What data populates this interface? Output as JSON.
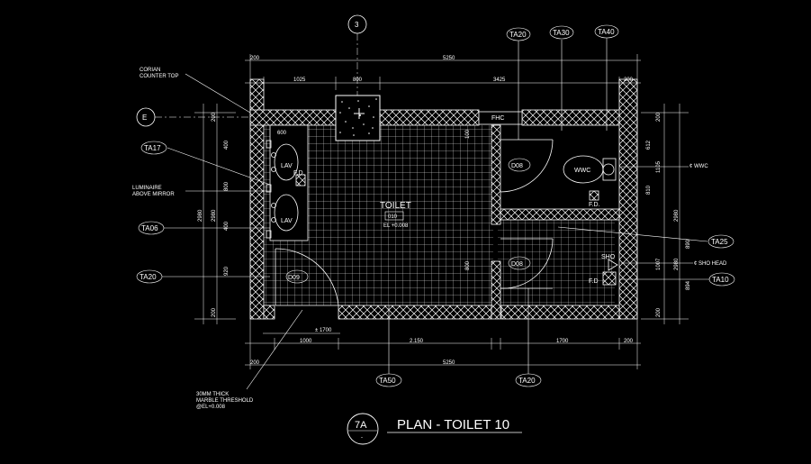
{
  "drawing": {
    "title": "PLAN - TOILET  10",
    "sheet_ref": "7A",
    "sheet_sub": "-",
    "grid_3": "3",
    "grid_E": "E"
  },
  "tags": {
    "ta20_top": "TA20",
    "ta30": "TA30",
    "ta40": "TA40",
    "ta17": "TA17",
    "ta06": "TA06",
    "ta20_left": "TA20",
    "ta25": "TA25",
    "ta10": "TA10",
    "ta50": "TA50",
    "ta20_bottom": "TA20"
  },
  "room": {
    "name": "TOILET",
    "number": "010",
    "elevation": "EL +0.008"
  },
  "labels": {
    "fhc": "FHC",
    "wwc": "WWC",
    "lav_top": "LAV",
    "lav_bottom": "LAV",
    "d08_top": "D08",
    "d08_mid": "D08",
    "d09": "D09",
    "fd_lav": "F.D.",
    "fd_wc": "F.D.",
    "fd_sh": "F.D",
    "sho": "SHO"
  },
  "notes": {
    "corian_1": "CORIAN",
    "corian_2": "COUNTER TOP",
    "lum_1": "LUMINAIRE",
    "lum_2": "ABOVE MIRROR",
    "thr_1": "30MM THICK",
    "thr_2": "MARBLE THRESHOLD",
    "thr_3": "@EL+0.008",
    "cl_wwc": "¢ WWC",
    "cl_sho": "¢ SHO HEAD"
  },
  "dims": {
    "top_200_left": "200",
    "top_5250": "5250",
    "top_1025": "1025",
    "top_800": "800",
    "top_3425": "3425",
    "top_200_right": "200",
    "bot_200_left": "200",
    "bot_1000": "1000",
    "bot_2150": "2.150",
    "bot_1700": "1700",
    "bot_200_right": "200",
    "bot_5250": "5250",
    "bot_1700_small": "± 1700",
    "vanity_600": "600",
    "left_200_top": "200",
    "left_400": "400",
    "left_800": "800",
    "left_400b": "400",
    "left_2980_in": "2980",
    "left_2980_out": "2980",
    "left_920": "920",
    "left_200_bot": "200",
    "right_200_top": "200",
    "right_810": "810",
    "right_1105": "1105",
    "right_2980_in": "2980",
    "right_2980_out": "2980",
    "right_890": "890",
    "right_1007": "1007",
    "right_894": "894",
    "right_200_bot": "200",
    "right_612": "612",
    "int_100": "100",
    "int_800": "800"
  },
  "colors": {
    "background": "#000000",
    "line": "#ffffff"
  }
}
